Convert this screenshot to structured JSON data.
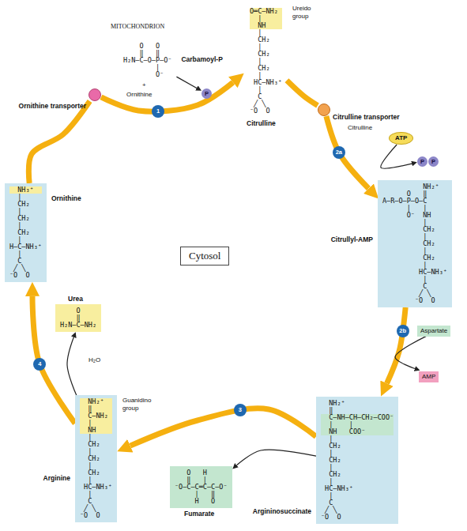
{
  "diagram": {
    "nodes": [
      {
        "text": [
          "MITOCHONDRION"
        ]
      },
      {
        "text": [
          "    O   O",
          "    ‖   ‖",
          "H₂N—C—O—P—O⁻",
          "        |",
          "        O⁻",
          "Carbamoyl-P"
        ],
        "in": 0
      },
      {
        "text": [
          "O═C—NH₂",
          "  |",
          "  NH",
          "  |",
          "  CH₂",
          "  |",
          "  CH₂",
          "  |",
          "  CH₂",
          "  |",
          " HC—NH₃⁺",
          "  |",
          "  C",
          " ╱ ╲",
          "⁻O  O",
          "Citrulline"
        ],
        "in": 0
      },
      {
        "text": [
          "P"
        ],
        "in": 0
      },
      {
        "text": [
          "Ornithine transporter"
        ]
      },
      {
        "text": [
          "Citrulline transporter"
        ]
      },
      {
        "text": [
          "ATP"
        ]
      },
      {
        "text": [
          "P",
          "P"
        ]
      },
      {
        "text": [
          "          NH₂⁺",
          "      O   ‖",
          "A—R—O—P—O—C",
          "      |   |",
          "      O⁻  NH",
          "          |",
          "          CH₂",
          "          |",
          "          CH₂",
          "          |",
          "          CH₂",
          "          |",
          "         HC—NH₃⁺",
          "          |",
          "          C",
          "         ╱ ╲",
          "        ⁻O  O",
          "Citrullyl-AMP"
        ]
      },
      {
        "text": [
          "Cytosol"
        ]
      },
      {
        "text": [
          "  NH₃⁺",
          "  |",
          "  CH₂",
          "  |",
          "  CH₂",
          "  |",
          "  CH₂",
          "  |",
          "H—C—NH₃⁺",
          "  |",
          "  C",
          " ╱ ╲",
          "⁻O  O",
          "Ornithine"
        ]
      },
      {
        "text": [
          "    O",
          "    ‖",
          "H₂N—C—NH₂",
          "Urea"
        ]
      },
      {
        "text": [
          "Aspartate"
        ]
      },
      {
        "text": [
          "AMP"
        ]
      },
      {
        "text": [
          "  NH₂⁺",
          "  ‖",
          "  C—NH₂",
          "  |",
          "  NH",
          "  |",
          "  CH₂",
          "  |",
          "  CH₂",
          "  |",
          "  CH₂",
          "  |",
          " HC—NH₃⁺",
          "  |",
          "  C",
          " ╱ ╲",
          "⁻O  O",
          "Arginine"
        ]
      },
      {
        "text": [
          "   O   H",
          "   ‖   |",
          "⁻O—C—C═C—C—O⁻",
          "     |   ‖",
          "     H   O",
          "Fumarate"
        ]
      },
      {
        "text": [
          "  NH₂⁺",
          "  ‖",
          "  C—NH—CH—CH₂—COO⁻",
          "  |    |",
          "  NH   COO⁻",
          "  |",
          "  CH₂",
          "  |",
          "  CH₂",
          "  |",
          "  CH₂",
          "  |",
          " HC—NH₃⁺",
          "  |",
          "  C",
          " ╱ ╲",
          "⁻O  O",
          "Argininosuccinate"
        ]
      }
    ],
    "edges": [
      {
        "from": 10,
        "to": 4,
        "arrow": "none"
      },
      {
        "from": 4,
        "to": 2,
        "arrow": "to",
        "label": "1"
      },
      {
        "from": 2,
        "to": 5,
        "arrow": "none"
      },
      {
        "from": 5,
        "to": 8,
        "arrow": "to",
        "label": "2a"
      },
      {
        "from": 8,
        "to": 16,
        "arrow": "to",
        "label": "2b"
      },
      {
        "from": 16,
        "to": 14,
        "arrow": "to",
        "label": "3"
      },
      {
        "from": 14,
        "to": 10,
        "arrow": "to",
        "label": "4"
      },
      {
        "from": 1,
        "to": 3,
        "arrow": "to"
      },
      {
        "from": 6,
        "to": 7,
        "arrow": "to"
      },
      {
        "from": 12,
        "to": 13,
        "arrow": "to"
      },
      {
        "from": 16,
        "to": 15,
        "arrow": "to"
      },
      {
        "from": 14,
        "to": 11,
        "arrow": "to"
      }
    ],
    "labels": [
      "+",
      "Ornithine",
      "Ureido group",
      "Citrulline",
      "Guanidino group",
      "H₂O"
    ]
  }
}
